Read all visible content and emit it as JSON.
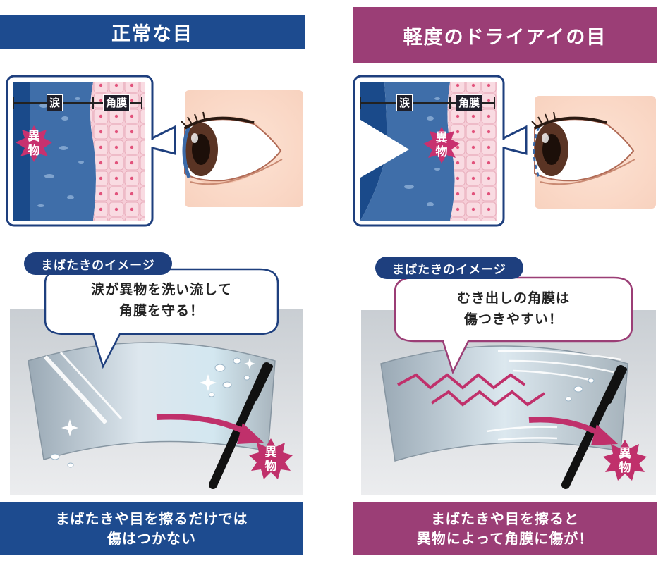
{
  "left": {
    "title": "正常な目",
    "tear_label": "涙",
    "cornea_label": "角膜",
    "foreign_label_1": "異",
    "foreign_label_2": "物",
    "blink_tag": "まばたきのイメージ",
    "bubble_line1": "涙が異物を洗い流して",
    "bubble_line2": "角膜を守る！",
    "wiper_foreign_1": "異",
    "wiper_foreign_2": "物",
    "bottom_line1": "まばたきや目を擦るだけでは",
    "bottom_line2": "傷はつかない"
  },
  "right": {
    "title": "軽度のドライアイの目",
    "tear_label": "涙",
    "cornea_label": "角膜",
    "foreign_label_1": "異",
    "foreign_label_2": "物",
    "blink_tag": "まばたきのイメージ",
    "bubble_line1": "むき出しの角膜は",
    "bubble_line2": "傷つきやすい！",
    "wiper_foreign_1": "異",
    "wiper_foreign_2": "物",
    "bottom_line1": "まばたきや目を擦ると",
    "bottom_line2": "異物によって角膜に傷が！"
  },
  "colors": {
    "navy": "#1d4b8f",
    "plum": "#9b3e76",
    "tear_blue": "#3b6aa8",
    "cornea_pink": "#f4c3cf",
    "magenta": "#c0306b"
  }
}
